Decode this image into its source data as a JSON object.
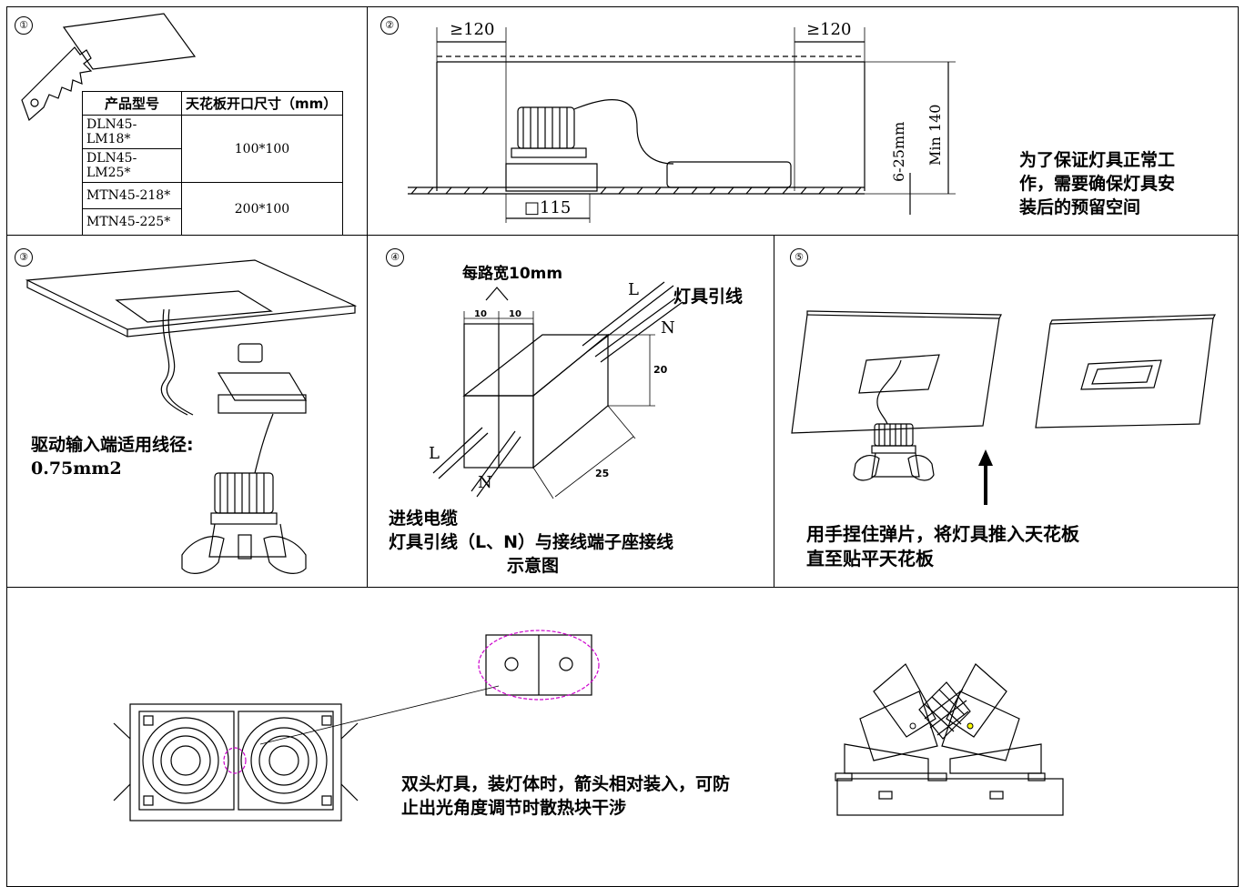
{
  "steps": [
    "①",
    "②",
    "③",
    "④",
    "⑤"
  ],
  "table": {
    "headers": [
      "产品型号",
      "天花板开口尺寸（mm）"
    ],
    "groups": [
      {
        "models": [
          "DLN45-LM18*",
          "DLN45-LM25*"
        ],
        "size": "100*100"
      },
      {
        "models": [
          "MTN45-218*",
          "MTN45-225*"
        ],
        "size": "200*100"
      }
    ]
  },
  "step2": {
    "gap_left": "≥120",
    "gap_right": "≥120",
    "hole": "□115",
    "thickness": "6-25mm",
    "min_height": "Min 140",
    "note_lines": [
      "为了保证灯具正常工",
      "作，需要确保灯具安",
      "装后的预留空间"
    ]
  },
  "step3": {
    "note_lines": [
      "驱动输入端适用线径:",
      "0.75mm2"
    ]
  },
  "step4": {
    "width_label": "每路宽10mm",
    "dim_10a": "10",
    "dim_10b": "10",
    "dim_20": "20",
    "dim_25": "25",
    "L_top": "L",
    "N_top": "N",
    "lead_label": "灯具引线",
    "L_bottom": "L",
    "N_bottom": "N",
    "caption_lines": [
      "进线电缆",
      "灯具引线（L、N）与接线端子座接线",
      "示意图"
    ]
  },
  "step5": {
    "note_lines": [
      "用手捏住弹片，将灯具推入天花板",
      "直至贴平天花板"
    ]
  },
  "bottom": {
    "note_lines": [
      "双头灯具，装灯体时，箭头相对装入，可防",
      "止出光角度调节时散热块干涉"
    ]
  }
}
